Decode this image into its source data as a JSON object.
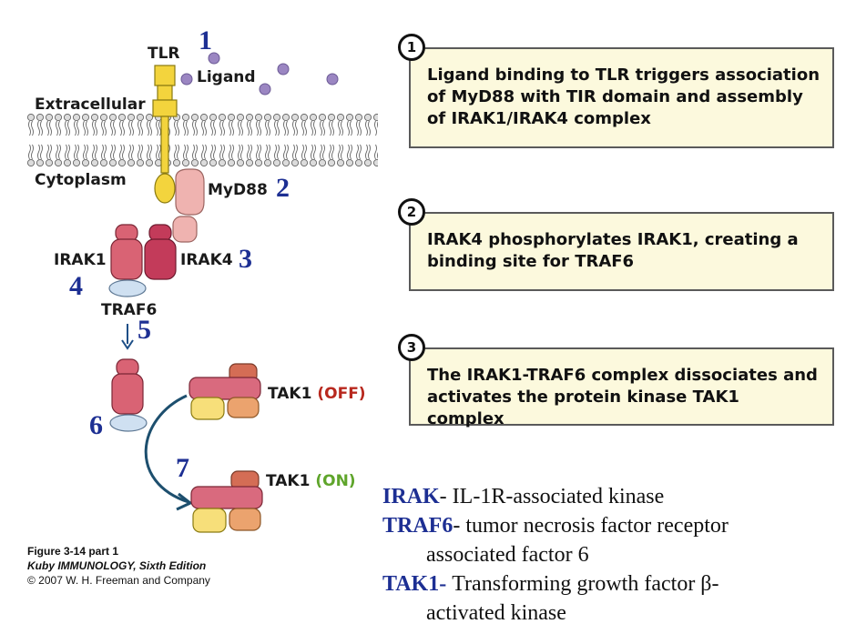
{
  "diagram": {
    "labels": {
      "tlr": "TLR",
      "ligand": "Ligand",
      "extracellular": "Extracellular",
      "cytoplasm": "Cytoplasm",
      "myd88": "MyD88",
      "irak1": "IRAK1",
      "irak4": "IRAK4",
      "traf6": "TRAF6",
      "tak1_off_prefix": "TAK1",
      "tak1_off_state": "(OFF)",
      "tak1_on_prefix": "TAK1",
      "tak1_on_state": "(ON)"
    },
    "step_numbers": [
      "1",
      "2",
      "3",
      "4",
      "5",
      "6",
      "7"
    ]
  },
  "steps": [
    {
      "circle": "1",
      "text": "Ligand binding to TLR triggers association of MyD88 with TIR domain and assembly of IRAK1/IRAK4 complex"
    },
    {
      "circle": "2",
      "text": "IRAK4 phosphorylates IRAK1, creating a binding site for TRAF6"
    },
    {
      "circle": "3",
      "text": "The IRAK1-TRAF6 complex dissociates and activates the protein kinase TAK1 complex"
    }
  ],
  "definitions": [
    {
      "term": "IRAK",
      "sep": "- ",
      "line1": "IL-1R-associated kinase",
      "line2": ""
    },
    {
      "term": "TRAF6",
      "sep": "- ",
      "line1": "tumor necrosis factor receptor",
      "line2": "associated factor 6"
    },
    {
      "term": "TAK1",
      "sep": "- ",
      "line1": "Transforming growth factor β-",
      "line2": "activated kinase"
    }
  ],
  "caption": {
    "figure": "Figure 3-14 part 1",
    "book": "Kuby IMMUNOLOGY, Sixth Edition",
    "copyright": "© 2007 W. H. Freeman and Company"
  },
  "colors": {
    "number_blue": "#1d2f93",
    "off_red": "#b8281e",
    "on_green": "#5fa52b",
    "box_fill": "#fcf9dd"
  }
}
